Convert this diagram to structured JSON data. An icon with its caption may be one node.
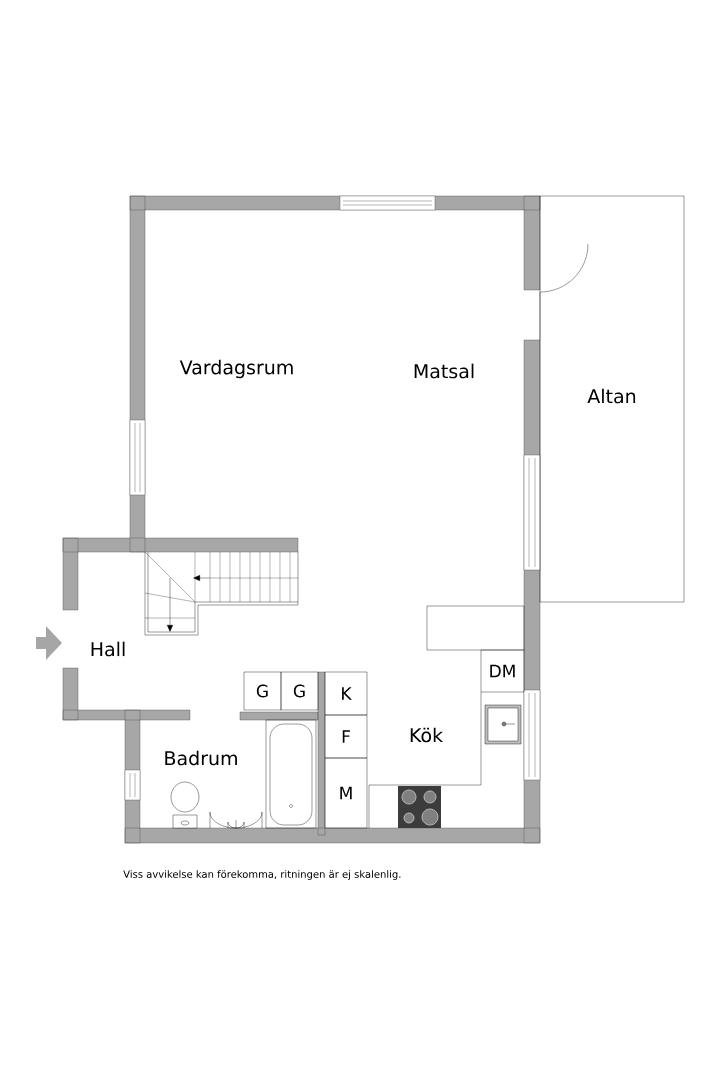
{
  "diagram": {
    "caption": "Viss avvikelse kan förekomma, ritningen är ej skalenlig.",
    "nodes": [
      {
        "text": [
          "G"
        ]
      },
      {
        "text": [
          "G"
        ]
      },
      {
        "text": [
          "K"
        ]
      },
      {
        "text": [
          "F"
        ]
      },
      {
        "text": [
          "M"
        ]
      },
      {
        "text": [
          "DM"
        ]
      }
    ],
    "labels": [
      "Vardagsrum",
      "Matsal",
      "Altan",
      "Hall",
      "Badrum",
      "Kök"
    ]
  }
}
